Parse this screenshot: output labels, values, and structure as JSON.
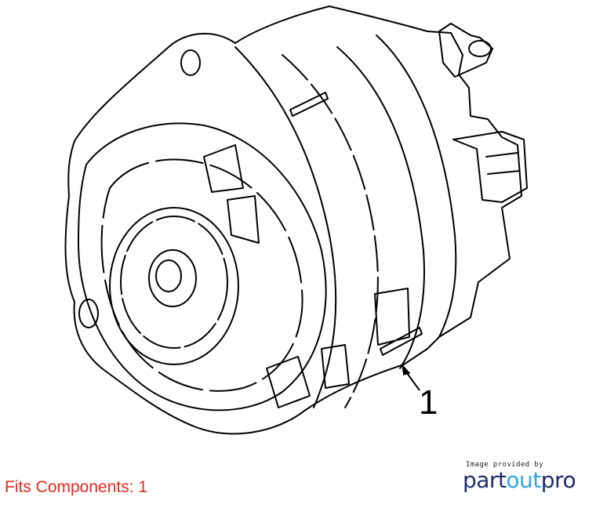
{
  "diagram": {
    "callouts": [
      {
        "label": "1"
      }
    ]
  },
  "footer": {
    "fits_components_label": "Fits Components: 1",
    "provider_caption": "Image provided by",
    "provider_logo": {
      "text": "partoutpro",
      "parts": [
        "part",
        "out",
        "pro"
      ]
    }
  },
  "colors": {
    "fits_label": "#e8281c",
    "logo_primary": "#1e2b6b",
    "logo_accent": "#2ea6df",
    "line_art": "#000000"
  }
}
